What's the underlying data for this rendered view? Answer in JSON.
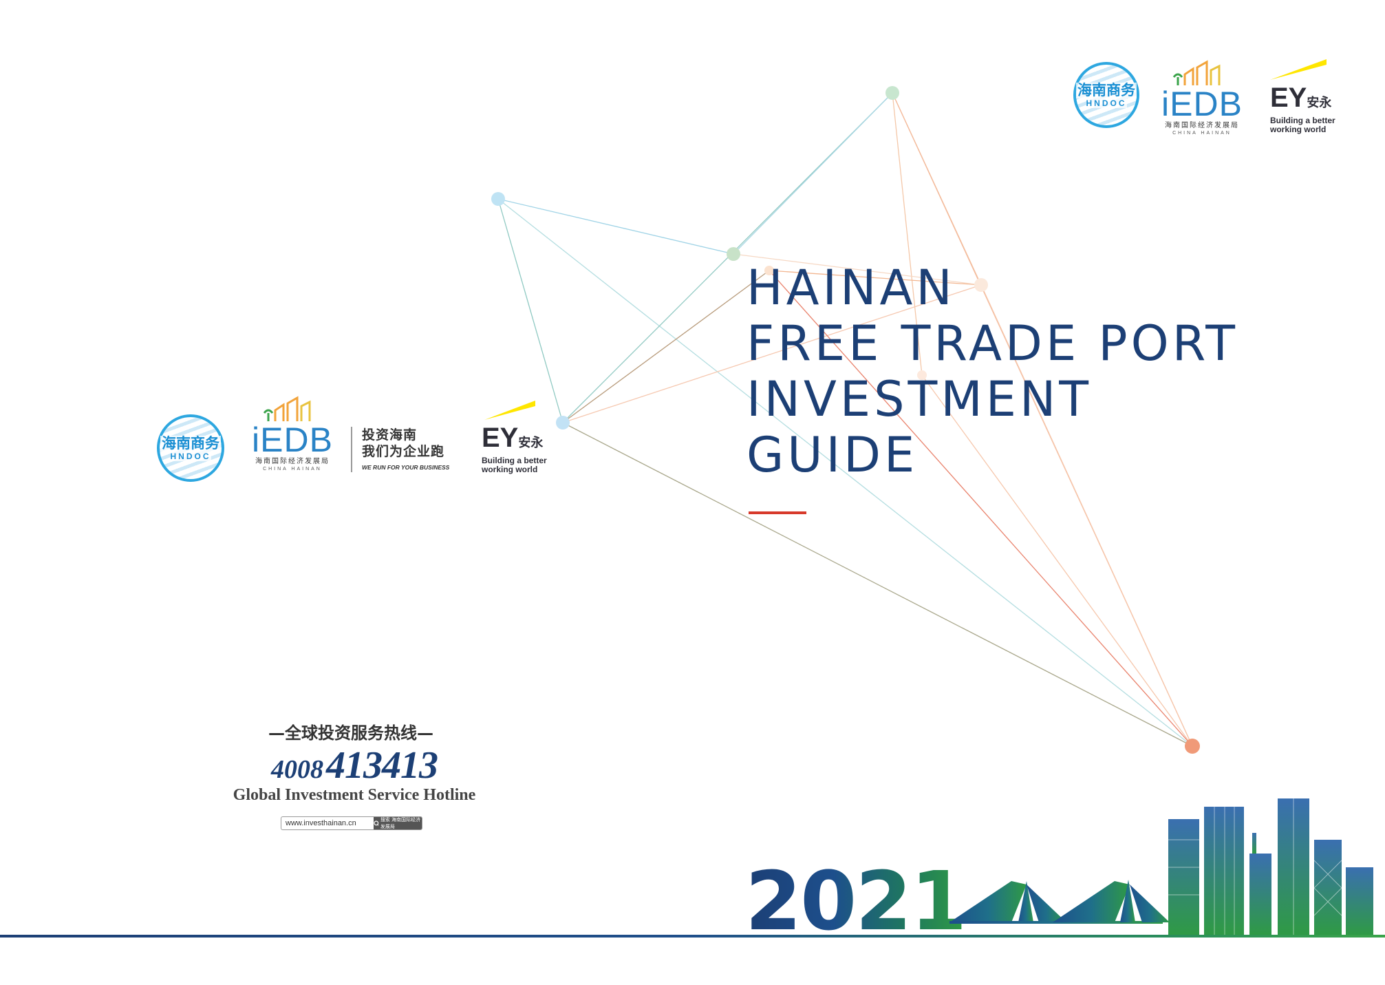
{
  "title": {
    "line1": "HAINAN",
    "line2": "FREE TRADE PORT",
    "line3": "INVESTMENT",
    "line4": "GUIDE"
  },
  "logos": {
    "hndoc_cn": "海南商务",
    "hndoc_en": "HNDOC",
    "iedb_word": "iEDB",
    "iedb_cn": "海南国际经济发展局",
    "iedb_en": "CHINA HAINAN",
    "slogan_cn_1": "投资海南",
    "slogan_cn_2": "我们为企业跑",
    "slogan_en": "WE RUN FOR YOUR BUSINESS",
    "ey_mark": "EY",
    "ey_cn": "安永",
    "ey_tag_1": "Building a better",
    "ey_tag_2": "working world"
  },
  "hotline": {
    "heading": "—全球投资服务热线—",
    "number_prefix": "4008",
    "number_main": "413413",
    "english": "Global Investment Service Hotline",
    "url": "www.investhainan.cn",
    "search_label": "搜索 海南国际经济发展局"
  },
  "year": "2021",
  "colors": {
    "navy": "#1c3f75",
    "accent_red": "#d73a2b",
    "hndoc_blue": "#2da7e0",
    "iedb_blue": "#2a83c6",
    "ey_yellow": "#ffe600",
    "skyline_green": "#2f9a45"
  }
}
